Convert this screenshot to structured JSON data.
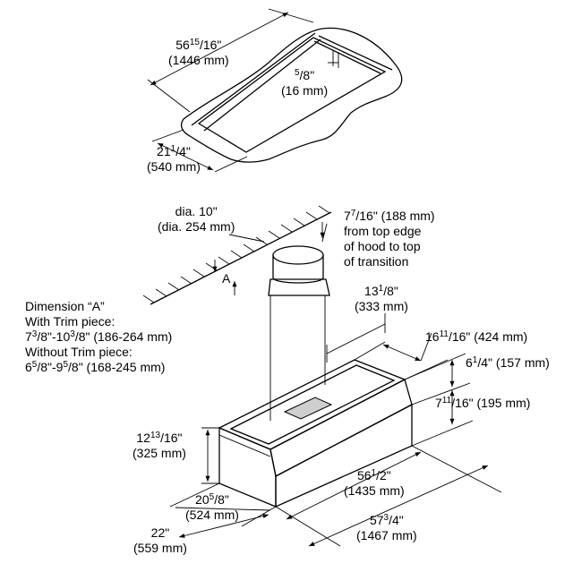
{
  "trim_width": {
    "imperial_whole": "56",
    "imperial_num": "15",
    "imperial_den": "/16\"",
    "metric": "(1446 mm)"
  },
  "trim_gap": {
    "imperial_num": "5",
    "imperial_den": "/8\"",
    "metric": "(16 mm)"
  },
  "trim_depth": {
    "imperial_whole": "21",
    "imperial_num": "1",
    "imperial_den": "/4\"",
    "metric": "(540 mm)"
  },
  "duct_dia": {
    "line1": "dia. 10\"",
    "line2": "(dia. 254 mm)"
  },
  "transition": {
    "imperial_whole": "7",
    "imperial_num": "7",
    "imperial_den": "/16\"",
    "metric": " (188 mm)",
    "line2": "from top edge",
    "line3": "of hood to top",
    "line4": "of transition"
  },
  "dim_a_marker": "A",
  "dim_a_note": {
    "title": "Dimension “A”",
    "with_trim": "With Trim piece:",
    "with_value": {
      "a_whole": "7",
      "a_num": "3",
      "a_den": "/8\"-10",
      "b_num": "3",
      "b_den": "/8\" (186-264 mm)"
    },
    "without_trim": "Without Trim piece:",
    "without_value": {
      "a_whole": "6",
      "a_num": "5",
      "a_den": "/8\"-9",
      "b_num": "5",
      "b_den": "/8\" (168-245 mm)"
    }
  },
  "duct_offset": {
    "imperial_whole": "13",
    "imperial_num": "1",
    "imperial_den": "/8\"",
    "metric": "(333 mm)"
  },
  "top_depth": {
    "imperial_whole": "16",
    "imperial_num": "11",
    "imperial_den": "/16\"",
    "metric": " (424 mm)"
  },
  "upper_height": {
    "imperial_whole": "6",
    "imperial_num": "1",
    "imperial_den": "/4\"",
    "metric": " (157 mm)"
  },
  "lower_height": {
    "imperial_whole": "7",
    "imperial_num": "11",
    "imperial_den": "/16\"",
    "metric": " (195 mm)"
  },
  "total_height": {
    "imperial_whole": "12",
    "imperial_num": "13",
    "imperial_den": "/16\"",
    "metric": "(325 mm)"
  },
  "body_depth": {
    "imperial_whole": "20",
    "imperial_num": "5",
    "imperial_den": "/8\"",
    "metric": "(524 mm)"
  },
  "overall_depth": {
    "imperial": "22\"",
    "metric": "(559 mm)"
  },
  "body_width": {
    "imperial_whole": "56",
    "imperial_num": "1",
    "imperial_den": "/2\"",
    "metric": "(1435 mm)"
  },
  "overall_width": {
    "imperial_whole": "57",
    "imperial_num": "3",
    "imperial_den": "/4\"",
    "metric": "(1467 mm)"
  }
}
